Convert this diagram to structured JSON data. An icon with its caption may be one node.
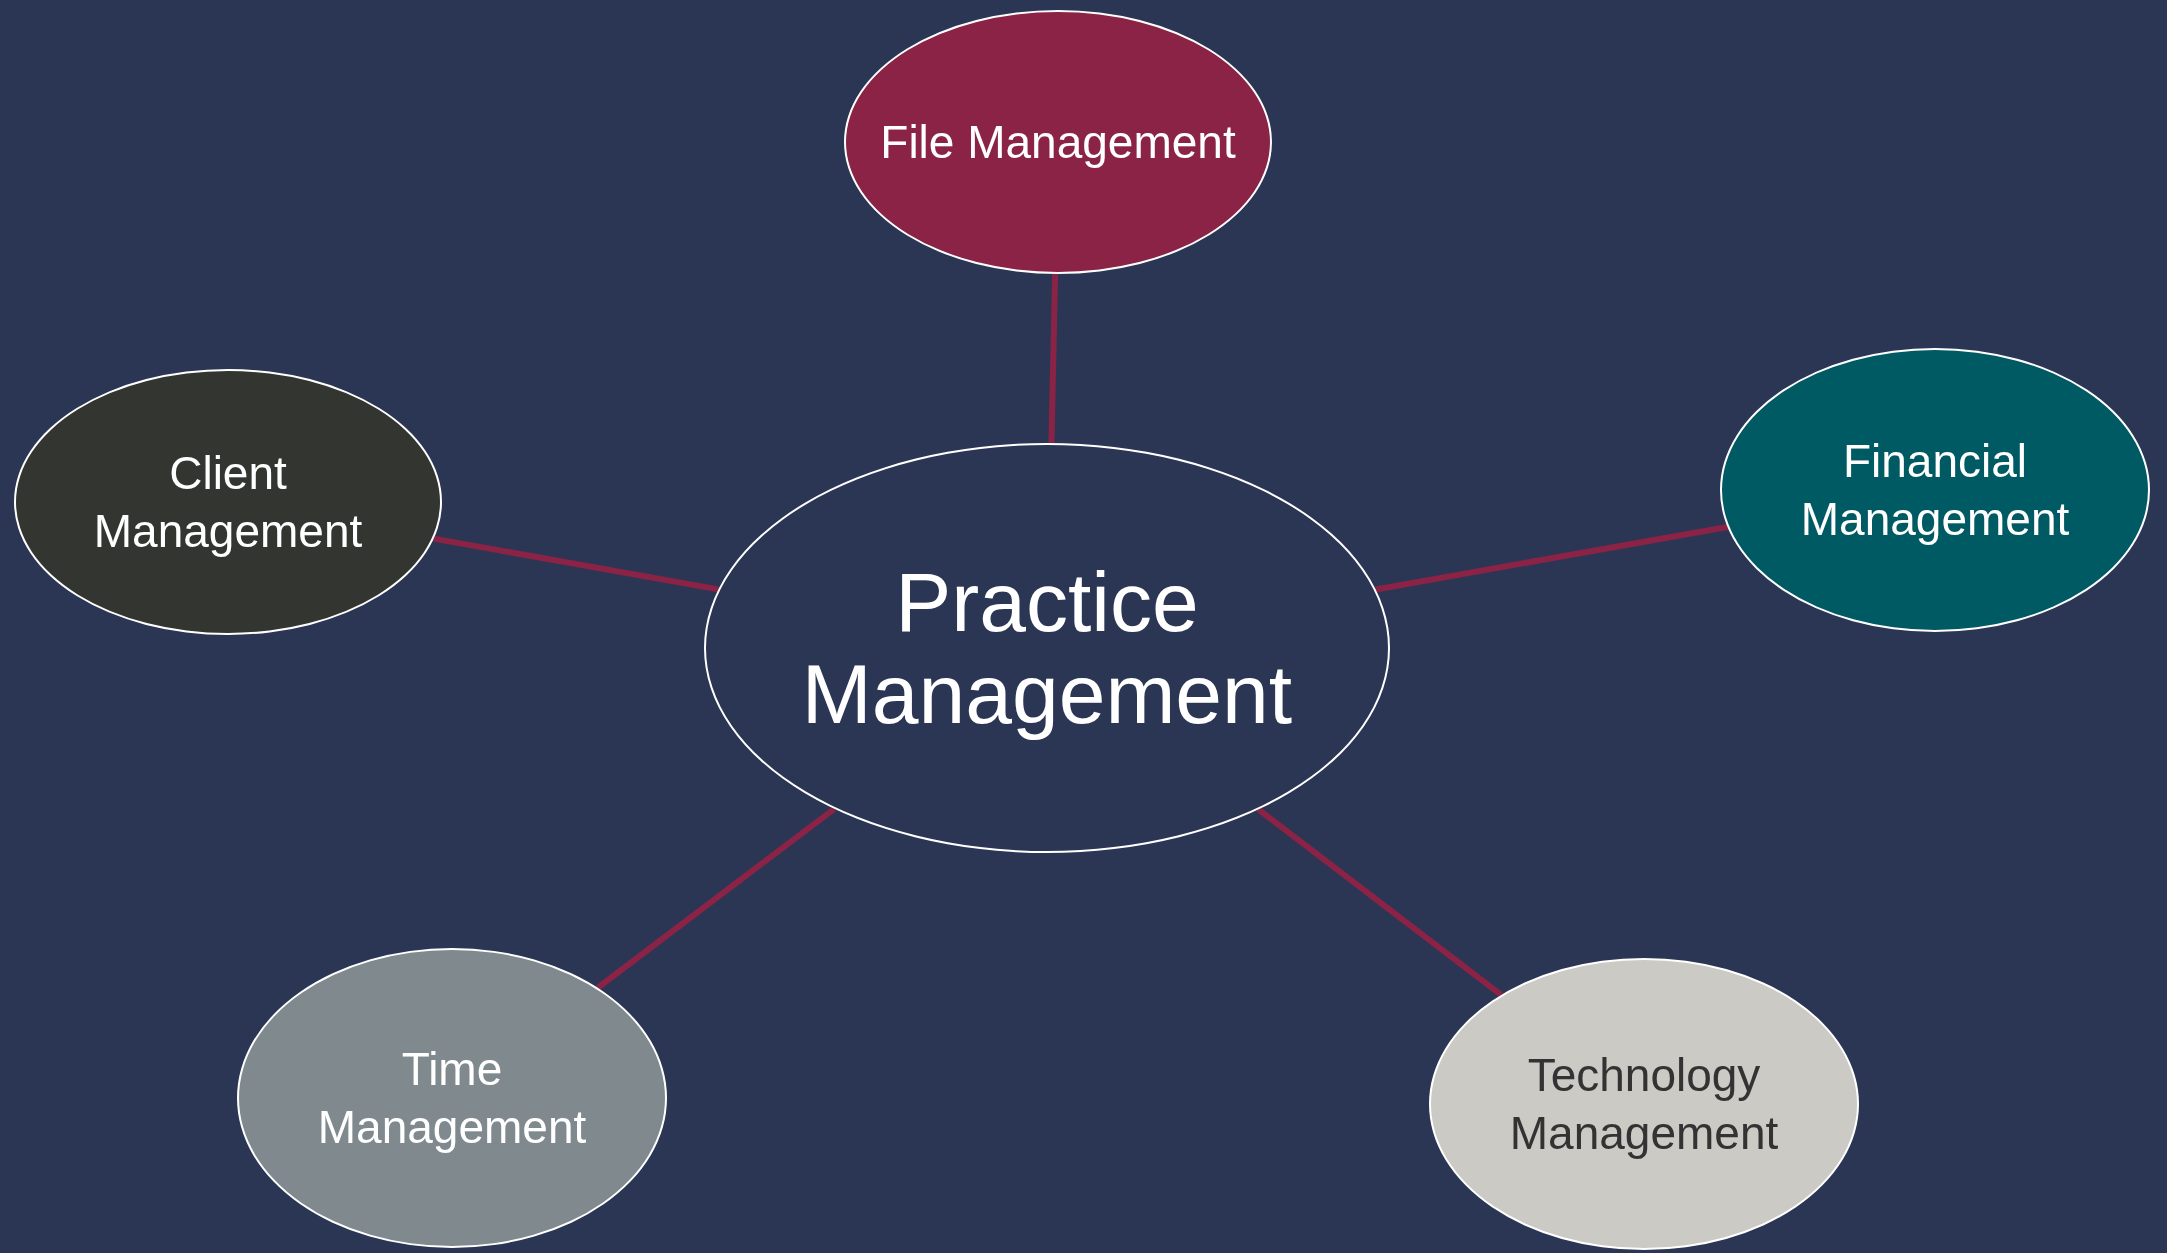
{
  "diagram": {
    "nodes": [
      {
        "text": [
          "Practice Management"
        ]
      },
      {
        "text": [
          "File Management"
        ]
      },
      {
        "text": [
          "Client Management"
        ]
      },
      {
        "text": [
          "Financial Management"
        ]
      },
      {
        "text": [
          "Time Management"
        ]
      },
      {
        "text": [
          "Technology Management"
        ]
      }
    ],
    "edges": [
      {
        "from": 0,
        "to": 1,
        "arrow": "none"
      },
      {
        "from": 0,
        "to": 2,
        "arrow": "none"
      },
      {
        "from": 0,
        "to": 3,
        "arrow": "none"
      },
      {
        "from": 0,
        "to": 4,
        "arrow": "none"
      },
      {
        "from": 0,
        "to": 5,
        "arrow": "none"
      }
    ]
  }
}
